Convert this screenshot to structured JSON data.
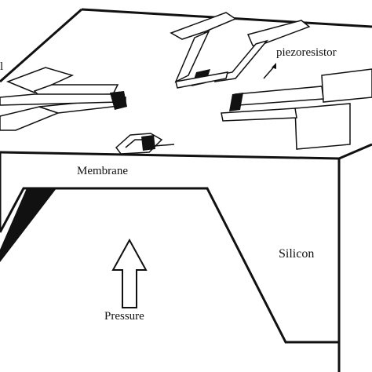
{
  "diagram": {
    "labels": {
      "piezoresistor": "piezoresistor",
      "membrane": "Membrane",
      "silicon": "Silicon",
      "pressure": "Pressure",
      "left_edge_label": "l"
    },
    "colors": {
      "stroke": "#111111",
      "fill_dark": "#111111",
      "background": "#ffffff"
    }
  }
}
